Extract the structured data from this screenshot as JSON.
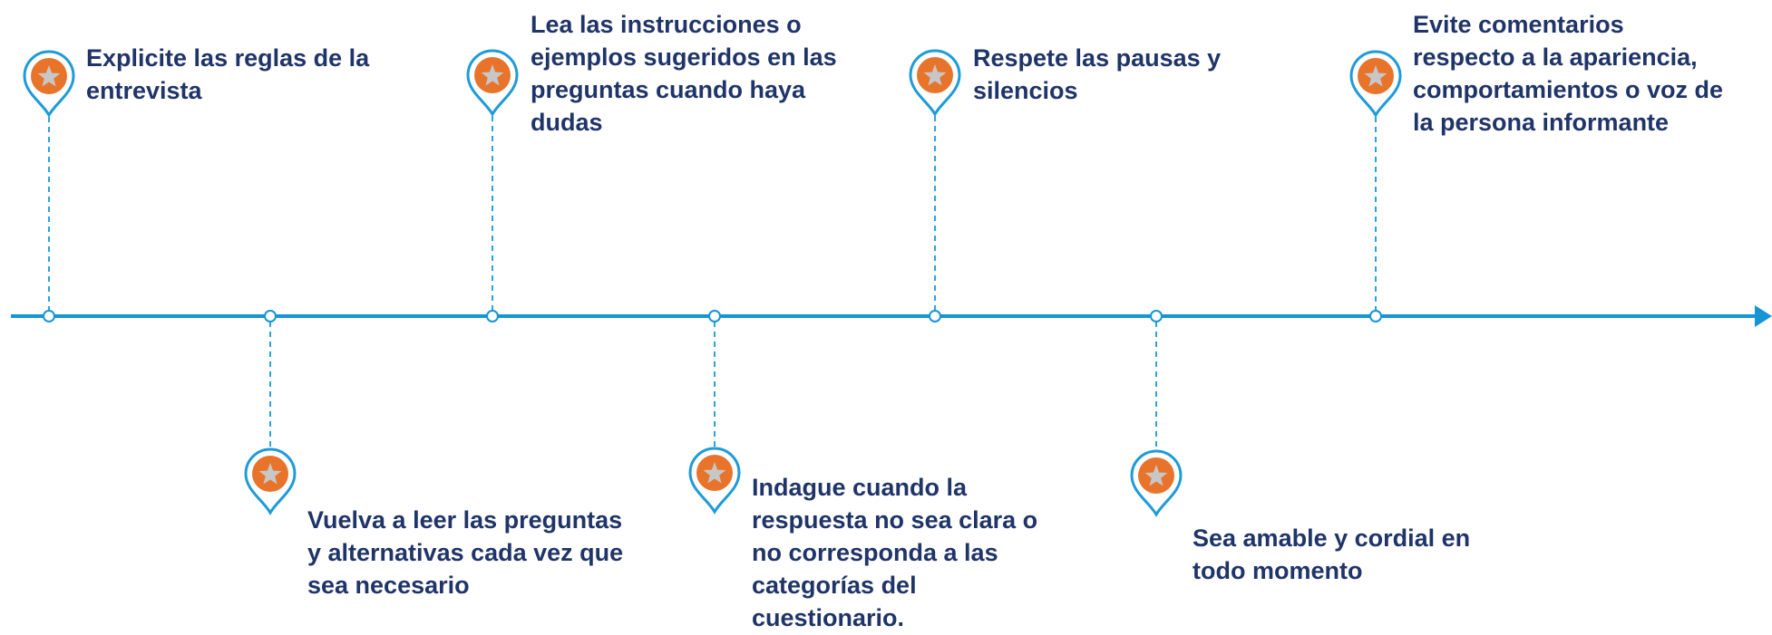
{
  "colors": {
    "line": "#1695d3",
    "dashed": "#2aa3dc",
    "pin_outline": "#1f9bd7",
    "pin_fill": "#e8742b",
    "star": "#c7c7c7",
    "text": "#1f3468"
  },
  "icon": "star-pin-icon",
  "steps": [
    {
      "text": "Explicite las reglas de la\nentrevista",
      "position": "above"
    },
    {
      "text": "Vuelva a leer las preguntas\ny alternativas cada vez que\nsea necesario",
      "position": "below"
    },
    {
      "text": "Lea las instrucciones o\nejemplos sugeridos en las\npreguntas cuando haya\ndudas",
      "position": "above"
    },
    {
      "text": "Indague cuando la\nrespuesta no sea clara o\nno corresponda a las\ncategorías del\ncuestionario.",
      "position": "below"
    },
    {
      "text": "Respete las pausas y\nsilencios",
      "position": "above"
    },
    {
      "text": "Sea amable y cordial en\ntodo momento",
      "position": "below"
    },
    {
      "text": "Evite comentarios\nrespecto a la apariencia,\ncomportamientos o voz de\nla persona informante",
      "position": "above"
    }
  ]
}
